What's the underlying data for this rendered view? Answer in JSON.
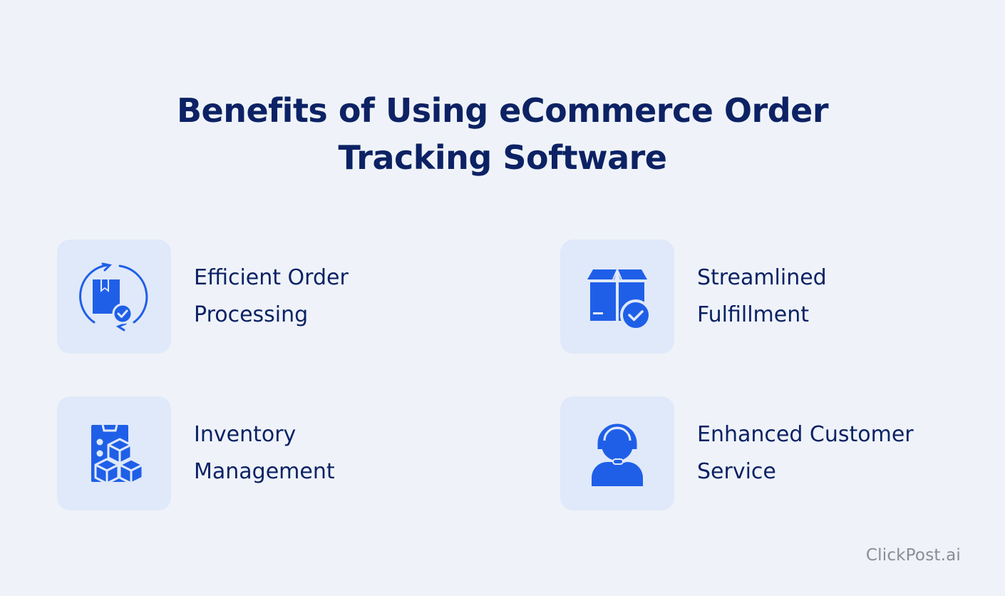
{
  "title": {
    "line1": "Benefits of Using eCommerce Order",
    "line2": "Tracking Software"
  },
  "colors": {
    "background": "#eff3f9",
    "tile": "#e0e9f9",
    "icon": "#1f5fe8",
    "text": "#0c2264",
    "brand": "#8a8d92"
  },
  "benefits": [
    {
      "icon": "package-cycle-check-icon",
      "line1": "Efficient Order",
      "line2": "Processing"
    },
    {
      "icon": "box-check-icon",
      "line1": "Streamlined",
      "line2": "Fulfillment"
    },
    {
      "icon": "clipboard-boxes-icon",
      "line1": "Inventory",
      "line2": "Management"
    },
    {
      "icon": "headset-agent-icon",
      "line1": "Enhanced Customer",
      "line2": "Service"
    }
  ],
  "brand": "ClickPost.ai"
}
